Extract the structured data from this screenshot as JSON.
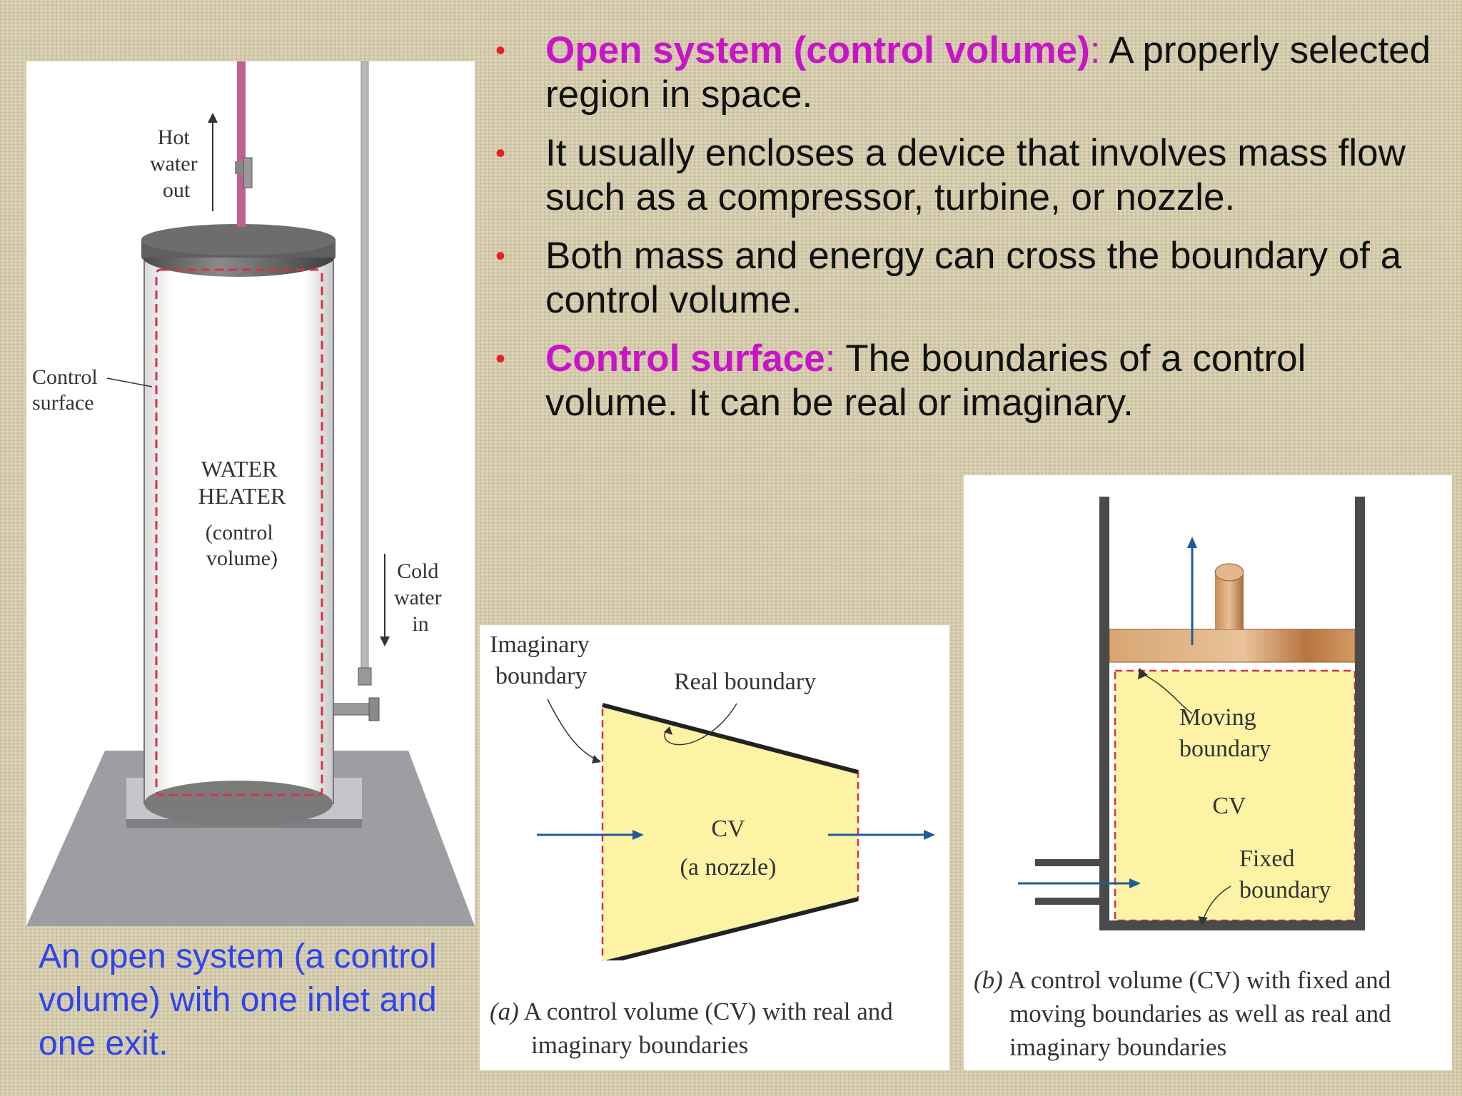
{
  "bullets": [
    {
      "term": "Open system (control volume)",
      "colon": ":",
      "text": " A properly selected region in space."
    },
    {
      "term": "",
      "colon": "",
      "text": "It usually encloses a device that involves mass flow such as a compressor, turbine, or nozzle."
    },
    {
      "term": "",
      "colon": "",
      "text": "Both mass and energy can cross the boundary of a control volume."
    },
    {
      "term": "Control surface",
      "colon": ":",
      "text": " The boundaries of a control volume. It can be real or imaginary."
    }
  ],
  "heater": {
    "hot_water_out": [
      "Hot",
      "water",
      "out"
    ],
    "cold_water_in": [
      "Cold",
      "water",
      "in"
    ],
    "control_surface": [
      "Control",
      "surface"
    ],
    "water_heater": [
      "WATER",
      "HEATER"
    ],
    "control_volume": [
      "(control",
      "volume)"
    ],
    "caption": "An open system (a control volume) with one inlet and one exit."
  },
  "nozzle": {
    "imaginary_boundary": [
      "Imaginary",
      "boundary"
    ],
    "real_boundary": "Real boundary",
    "cv": "CV",
    "cv_sub": "(a nozzle)",
    "caption_tag": "(a)",
    "caption_line1": " A control volume (CV) with real and",
    "caption_line2": "imaginary boundaries"
  },
  "piston": {
    "moving_boundary": [
      "Moving",
      "boundary"
    ],
    "cv": "CV",
    "fixed_boundary": [
      "Fixed",
      "boundary"
    ],
    "caption_tag": "(b)",
    "caption_line1": " A control volume (CV) with fixed and",
    "caption_line2": "moving boundaries as well as real and",
    "caption_line3": "imaginary boundaries"
  },
  "colors": {
    "term": "#c814c8",
    "bullet": "#e8202a",
    "caption": "#2f43f0",
    "cv_fill": "#fcf3a4",
    "boundary_dash": "#d8304a",
    "flow_arrow": "#1f5c9a"
  }
}
